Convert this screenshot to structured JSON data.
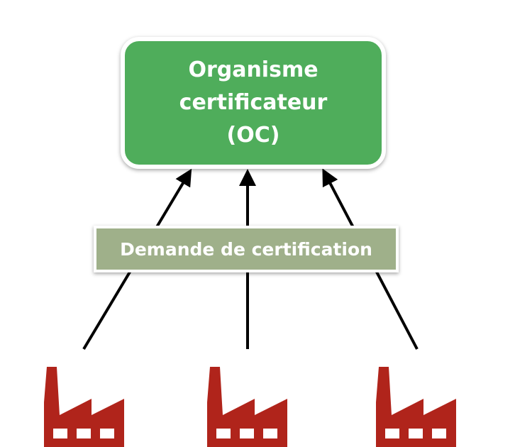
{
  "certifier": {
    "line1": "Organisme",
    "line2": "certificateur",
    "line3": "(OC)"
  },
  "request_label": "Demande de certification",
  "factories": [
    {
      "icon": "factory-icon"
    },
    {
      "icon": "factory-icon"
    },
    {
      "icon": "factory-icon"
    }
  ],
  "colors": {
    "certifier_fill": "#4fad5b",
    "label_fill": "#9fb08a",
    "factory": "#b0241b",
    "arrow": "#000000"
  }
}
